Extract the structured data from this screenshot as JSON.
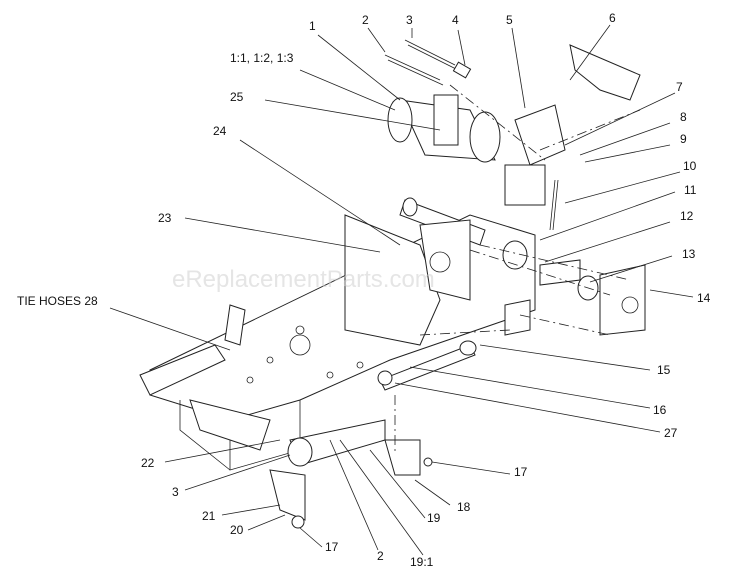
{
  "watermark": "eReplacementParts.com",
  "callouts": {
    "c1": "1",
    "c2a": "2",
    "c3a": "3",
    "c4": "4",
    "c5": "5",
    "c6": "6",
    "c1sub": "1:1, 1:2, 1:3",
    "c7": "7",
    "c8": "8",
    "c9": "9",
    "c10": "10",
    "c25": "25",
    "c11": "11",
    "c24": "24",
    "c12": "12",
    "c23": "23",
    "c13": "13",
    "c14": "14",
    "c28": "TIE HOSES 28",
    "c15": "15",
    "c16": "16",
    "c27": "27",
    "c22": "22",
    "c17a": "17",
    "c3b": "3",
    "c18": "18",
    "c21": "21",
    "c19": "19",
    "c20": "20",
    "c17b": "17",
    "c2b": "2",
    "c191": "19:1"
  }
}
